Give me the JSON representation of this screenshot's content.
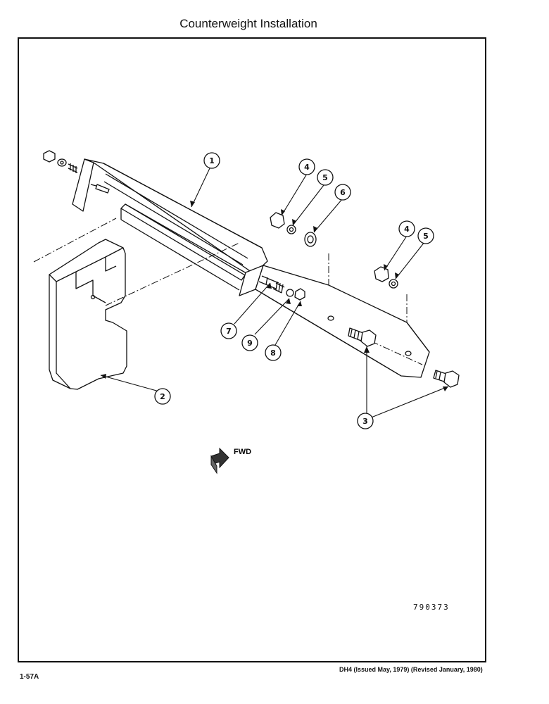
{
  "page": {
    "title": "Counterweight Installation",
    "figure_number": "790373",
    "page_number": "1-57A",
    "revision_note": "DH4 (Issued May, 1979) (Revised January, 1980)"
  },
  "diagram": {
    "direction_label": "FWD",
    "callouts": [
      "1",
      "2",
      "3",
      "4",
      "5",
      "6",
      "7",
      "8",
      "9"
    ]
  }
}
